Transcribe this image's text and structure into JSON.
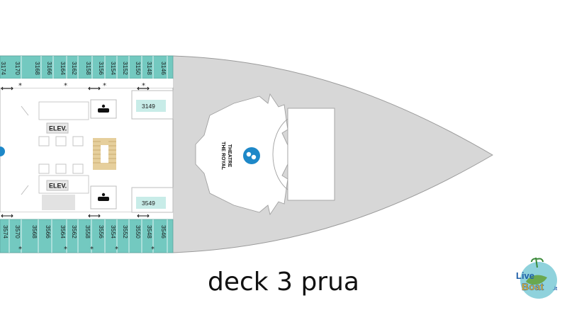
{
  "caption": "deck 3 prua",
  "theatre": {
    "line1": "THE ROYAL",
    "line2": "THEATRE"
  },
  "elevators": {
    "top": "ELEV.",
    "bottom": "ELEV."
  },
  "rooms": {
    "top": "3149",
    "bottom": "3549"
  },
  "cabins": {
    "top": [
      "3170",
      "3168",
      "3166",
      "3164",
      "3162",
      "3158",
      "3156",
      "3154",
      "3152",
      "3150",
      "3148",
      "3146"
    ],
    "bottom": [
      "3574",
      "3570",
      "3568",
      "3566",
      "3564",
      "3562",
      "3558",
      "3556",
      "3554",
      "3552",
      "3550",
      "3548",
      "3546"
    ],
    "top_partial": "3174"
  },
  "logo": {
    "line1": "Live",
    "line2": "Boat",
    "suffix": ".it"
  },
  "colors": {
    "cabin": "#73c9c0",
    "hull": "#d7d7d7",
    "accent": "#1e88c8"
  }
}
